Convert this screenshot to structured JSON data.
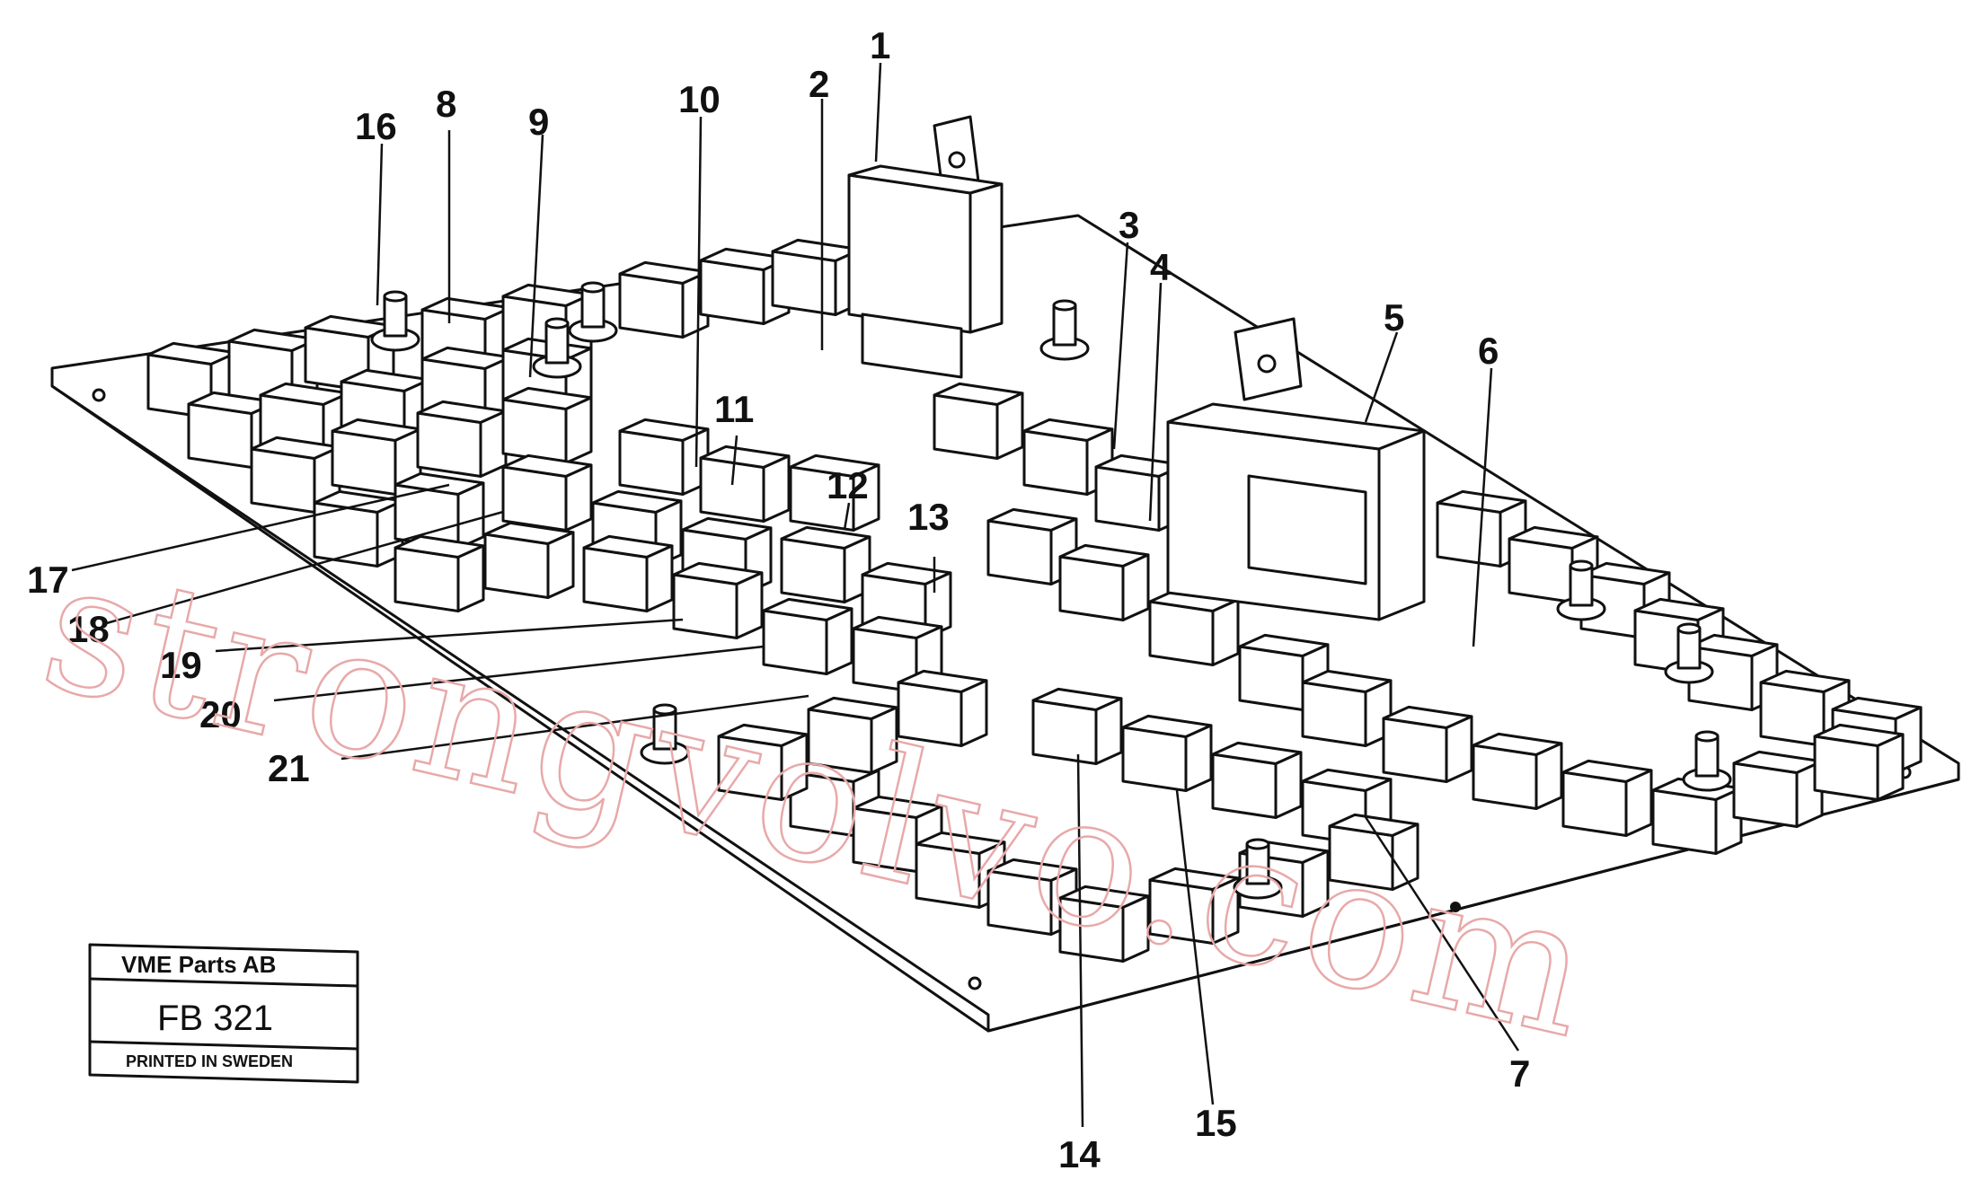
{
  "callouts": [
    {
      "id": "1",
      "label": "1"
    },
    {
      "id": "2",
      "label": "2"
    },
    {
      "id": "3",
      "label": "3"
    },
    {
      "id": "4",
      "label": "4"
    },
    {
      "id": "5",
      "label": "5"
    },
    {
      "id": "6",
      "label": "6"
    },
    {
      "id": "7",
      "label": "7"
    },
    {
      "id": "8",
      "label": "8"
    },
    {
      "id": "9",
      "label": "9"
    },
    {
      "id": "10",
      "label": "10"
    },
    {
      "id": "11",
      "label": "11"
    },
    {
      "id": "12",
      "label": "12"
    },
    {
      "id": "13",
      "label": "13"
    },
    {
      "id": "14",
      "label": "14"
    },
    {
      "id": "15",
      "label": "15"
    },
    {
      "id": "16",
      "label": "16"
    },
    {
      "id": "17",
      "label": "17"
    },
    {
      "id": "18",
      "label": "18"
    },
    {
      "id": "19",
      "label": "19"
    },
    {
      "id": "20",
      "label": "20"
    },
    {
      "id": "21",
      "label": "21"
    }
  ],
  "title_block": {
    "company": "VME Parts AB",
    "code": "FB 321",
    "footer": "PRINTED IN SWEDEN"
  },
  "watermark": "strongvolvo.com",
  "colors": {
    "line": "#111111",
    "watermark": "#e8a9a9",
    "background": "#ffffff"
  }
}
